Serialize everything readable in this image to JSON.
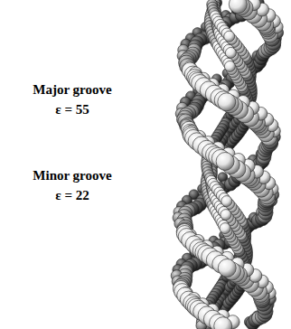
{
  "diagram": {
    "labels": [
      "Major groove",
      "ε = 55",
      "Minor groove",
      "ε = 22"
    ]
  }
}
